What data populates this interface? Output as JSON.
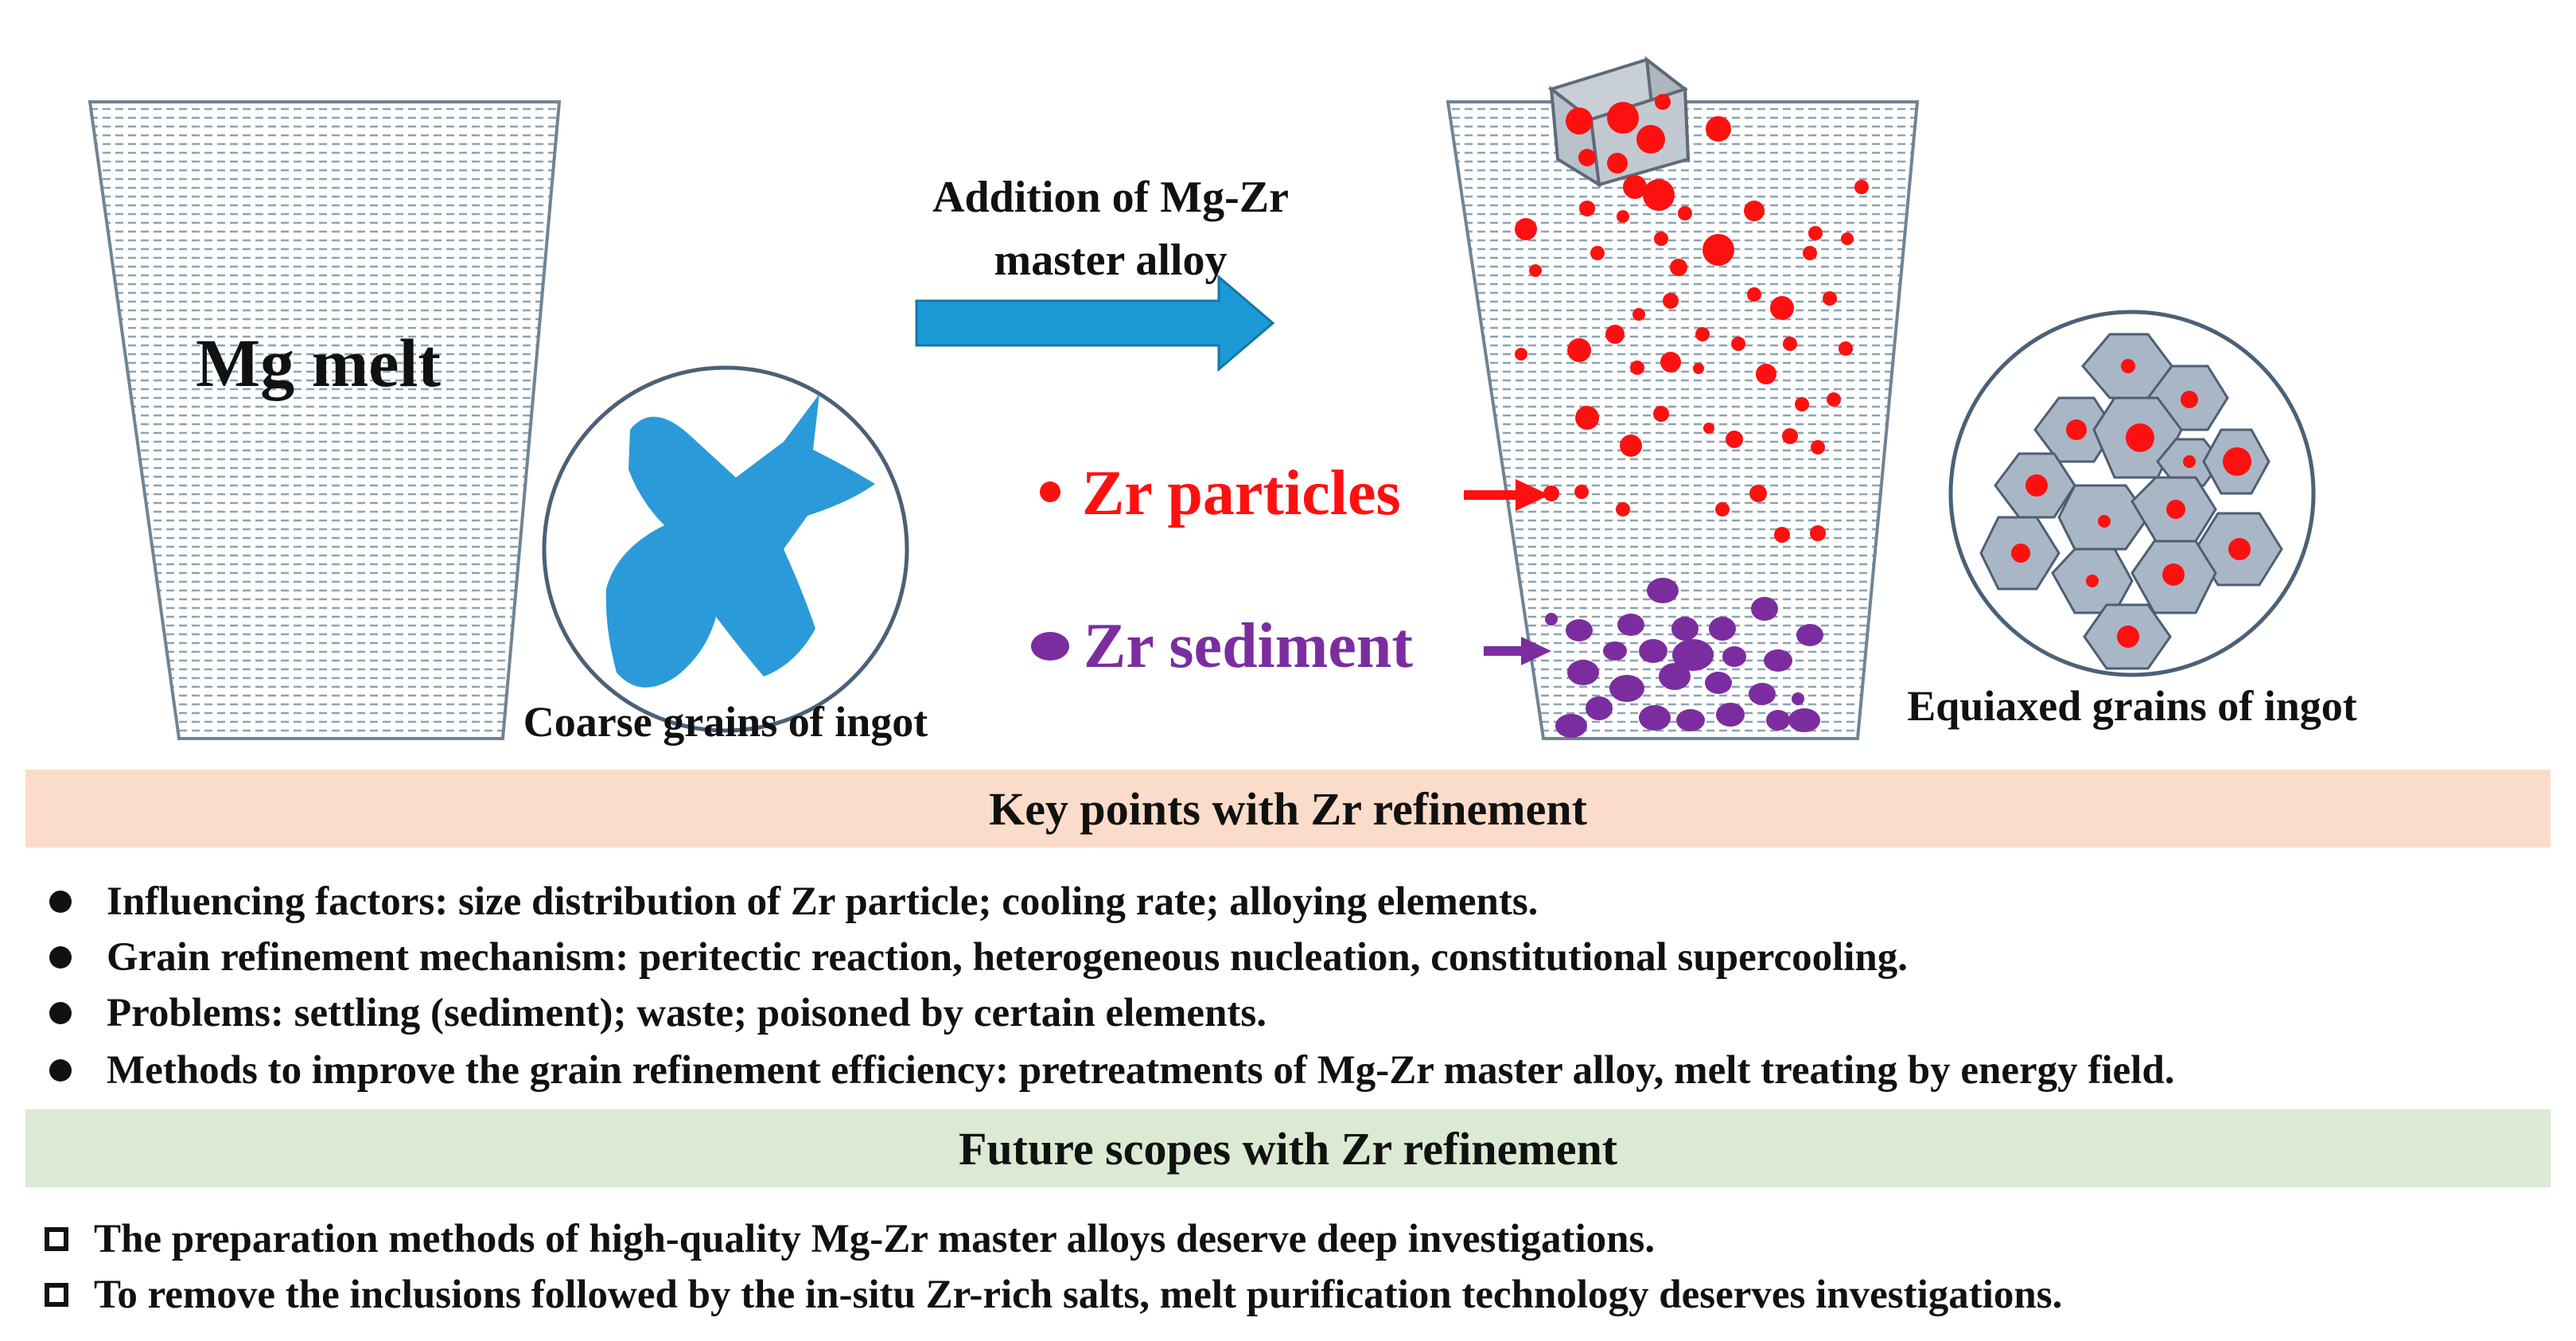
{
  "diagram": {
    "mg_melt_label": "Mg melt",
    "coarse_caption": "Coarse grains of ingot",
    "addition_label_line1": "Addition of Mg-Zr",
    "addition_label_line2": "master alloy",
    "zr_particles_label": "Zr particles",
    "zr_sediment_label": "Zr sediment",
    "equiaxed_caption": "Equiaxed grains of ingot"
  },
  "key_points": {
    "title": "Key points with Zr refinement",
    "items": [
      "Influencing factors: size distribution of Zr particle; cooling rate; alloying elements.",
      "Grain refinement mechanism: peritectic reaction, heterogeneous nucleation, constitutional supercooling.",
      "Problems: settling (sediment); waste; poisoned by certain elements.",
      "Methods to improve the grain refinement efficiency: pretreatments of Mg-Zr master alloy, melt treating by energy field."
    ]
  },
  "future_scopes": {
    "title": "Future scopes with Zr refinement",
    "items": [
      "The preparation methods of high-quality Mg-Zr master alloys deserve deep investigations.",
      "To remove the inclusions followed by the in-situ Zr-rich salts, melt purification technology deserves investigations."
    ]
  },
  "colors": {
    "particles": "#ff1010",
    "sediment": "#7b2da0",
    "arrow": "#1c9ad6",
    "grain": "#2b9ad8",
    "cell": "#a9b6c6",
    "key_band": "#fbdcca",
    "future_band": "#dbead3"
  }
}
